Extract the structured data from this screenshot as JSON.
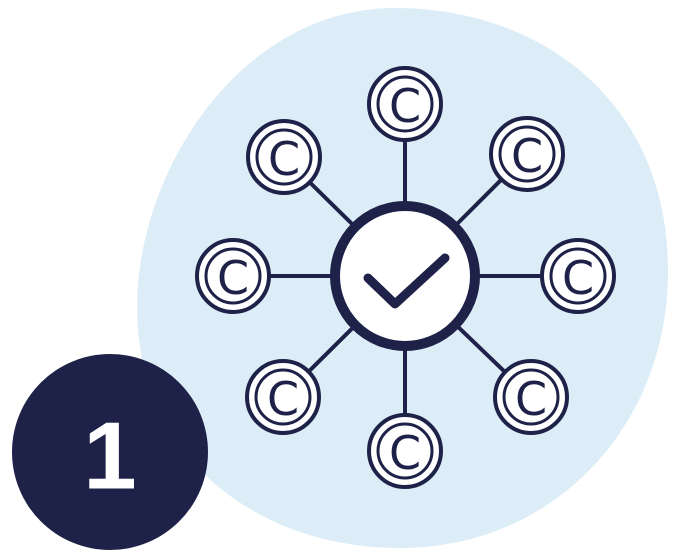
{
  "step": {
    "number": "1"
  },
  "hub": {
    "icon": "checkmark-icon"
  },
  "nodes": [
    {
      "id": "top",
      "label": "C",
      "icon": "copyright-icon"
    },
    {
      "id": "top-right",
      "label": "C",
      "icon": "copyright-icon"
    },
    {
      "id": "right",
      "label": "C",
      "icon": "copyright-icon"
    },
    {
      "id": "bottom-right",
      "label": "C",
      "icon": "copyright-icon"
    },
    {
      "id": "bottom",
      "label": "C",
      "icon": "copyright-icon"
    },
    {
      "id": "bottom-left",
      "label": "C",
      "icon": "copyright-icon"
    },
    {
      "id": "left",
      "label": "C",
      "icon": "copyright-icon"
    },
    {
      "id": "top-left",
      "label": "C",
      "icon": "copyright-icon"
    }
  ],
  "colors": {
    "navy": "#1e2248",
    "blob": "#dcedf7",
    "node_fill": "#ffffff",
    "step_text": "#ffffff"
  }
}
